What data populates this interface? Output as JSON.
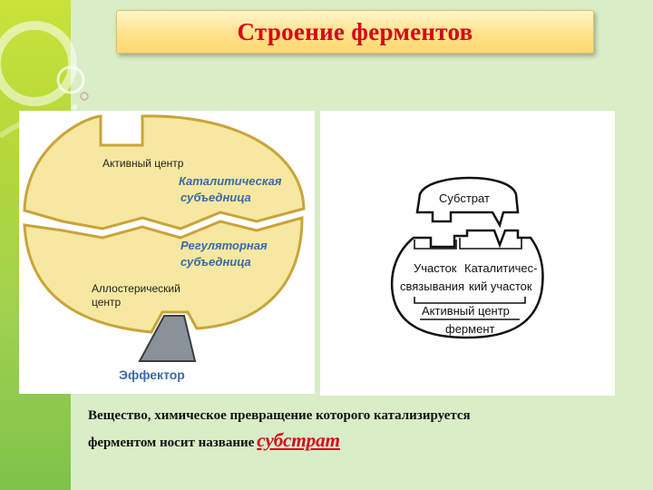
{
  "title": "Строение ферментов",
  "left_diagram": {
    "active_center": "Активный центр",
    "catalytic_line1": "Каталитическая",
    "catalytic_line2": "субъедница",
    "regulatory_line1": "Регуляторная",
    "regulatory_line2": "субъедница",
    "allosteric_line1": "Аллостерический",
    "allosteric_line2": "центр",
    "effector": "Эффектор"
  },
  "right_diagram": {
    "substrate": "Субстрат",
    "binding_site_line1": "Участок",
    "binding_site_line2": "связывания",
    "catalytic_site_line1": "Каталитичес-",
    "catalytic_site_line2": "кий участок",
    "active_center": "Активный центр",
    "enzyme": "фермент"
  },
  "caption": {
    "text_line1": "Вещество, химическое превращение которого катализируется",
    "text_line2": "ферментом носит название",
    "answer": "субстрат"
  },
  "colors": {
    "title": "#d9001b",
    "subunit_fill": "#f6e8a0",
    "subunit_outline": "#c8a43a",
    "label_blue": "#3a6aa8",
    "effector_fill": "#8a9299"
  }
}
